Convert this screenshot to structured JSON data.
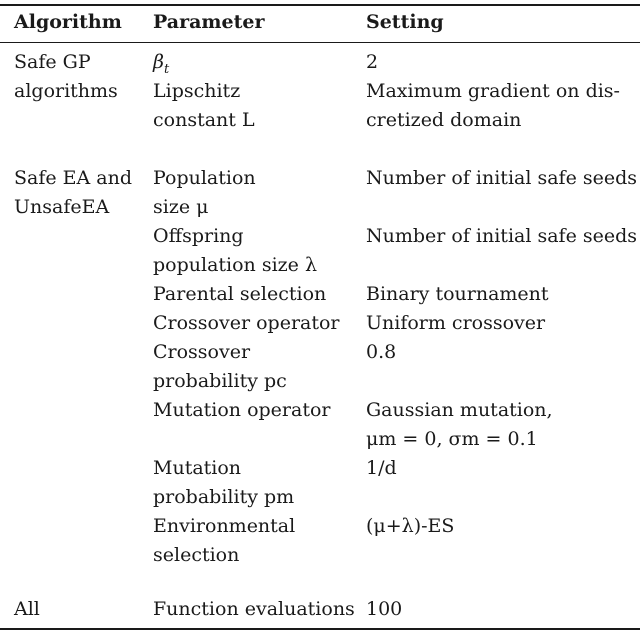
{
  "table": {
    "headers": {
      "algorithm": "Algorithm",
      "parameter": "Parameter",
      "setting": "Setting"
    },
    "groups": [
      {
        "algorithm": [
          "Safe GP",
          "algorithms"
        ],
        "rows": [
          {
            "parameter": [
              "βt"
            ],
            "setting": [
              "2"
            ]
          },
          {
            "parameter": [
              "Lipschitz",
              "constant L"
            ],
            "setting": [
              "Maximum gradient on dis-",
              "cretized domain"
            ]
          }
        ]
      },
      {
        "algorithm": [
          "Safe EA and",
          "UnsafeEA"
        ],
        "rows": [
          {
            "parameter": [
              "Population",
              "size μ"
            ],
            "setting": [
              "Number of initial safe seeds"
            ]
          },
          {
            "parameter": [
              "Offspring",
              "population size λ"
            ],
            "setting": [
              "Number of initial safe seeds"
            ]
          },
          {
            "parameter": [
              "Parental selection"
            ],
            "setting": [
              "Binary tournament"
            ]
          },
          {
            "parameter": [
              "Crossover operator"
            ],
            "setting": [
              "Uniform crossover"
            ]
          },
          {
            "parameter": [
              "Crossover",
              "probability pc"
            ],
            "setting": [
              "0.8"
            ]
          },
          {
            "parameter": [
              "Mutation operator"
            ],
            "setting": [
              "Gaussian mutation,",
              "μm = 0, σm = 0.1"
            ]
          },
          {
            "parameter": [
              "Mutation",
              "probability pm"
            ],
            "setting": [
              "1/d"
            ]
          },
          {
            "parameter": [
              "Environmental",
              "selection"
            ],
            "setting": [
              "(μ+λ)-ES"
            ]
          }
        ]
      },
      {
        "algorithm": [
          "All"
        ],
        "rows": [
          {
            "parameter": [
              "Function evaluations"
            ],
            "setting": [
              "100"
            ]
          }
        ]
      }
    ]
  }
}
